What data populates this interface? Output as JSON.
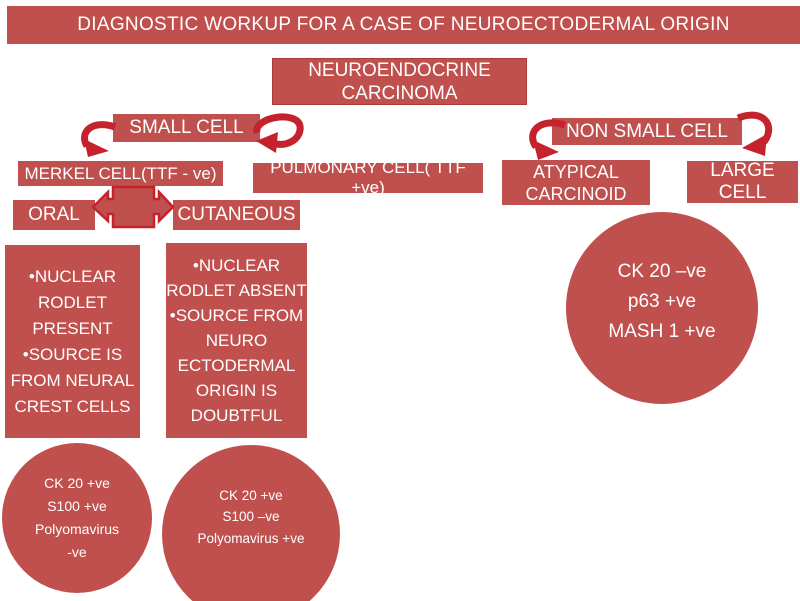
{
  "colors": {
    "box_fill": "#c0504d",
    "arrow_red": "#c4232e",
    "text": "#ffffff",
    "background": "#ffffff"
  },
  "icons": {
    "left_branch_arrow": "curved-arrow-down-left",
    "right_branch_arrow": "curved-arrow-down-right",
    "oral_cutaneous_connector": "left-right-arrow-callout"
  },
  "nodes": {
    "title": {
      "label": "DIAGNOSTIC WORKUP FOR A CASE OF NEUROECTODERMAL ORIGIN"
    },
    "root": {
      "label": "NEUROENDOCRINE\nCARCINOMA"
    },
    "small_cell": {
      "label": "SMALL CELL"
    },
    "non_small_cell": {
      "label": "NON SMALL CELL"
    },
    "merkel": {
      "label": "MERKEL CELL(TTF - ve)"
    },
    "pulmonary": {
      "label": "PULMONARY CELL( TTF +ve)"
    },
    "oral": {
      "label": "ORAL"
    },
    "cutaneous": {
      "label": "CUTANEOUS"
    },
    "oral_findings": {
      "label": "•NUCLEAR\nRODLET\nPRESENT\n•SOURCE IS\nFROM NEURAL\nCREST CELLS"
    },
    "cutaneous_findings": {
      "label": "•NUCLEAR\nRODLET ABSENT\n•SOURCE FROM\nNEURO\nECTODERMAL\nORIGIN IS\nDOUBTFUL"
    },
    "oral_markers": {
      "label": "CK 20 +ve\nS100 +ve\nPolyomavirus\n-ve"
    },
    "cutaneous_markers": {
      "label": "CK 20 +ve\nS100 –ve\nPolyomavirus +ve"
    },
    "atypical_carcinoid": {
      "label": "ATYPICAL\nCARCINOID"
    },
    "large_cell": {
      "label": "LARGE CELL"
    },
    "atypical_markers": {
      "label": "CK 20 –ve\np63 +ve\nMASH 1 +ve"
    }
  }
}
